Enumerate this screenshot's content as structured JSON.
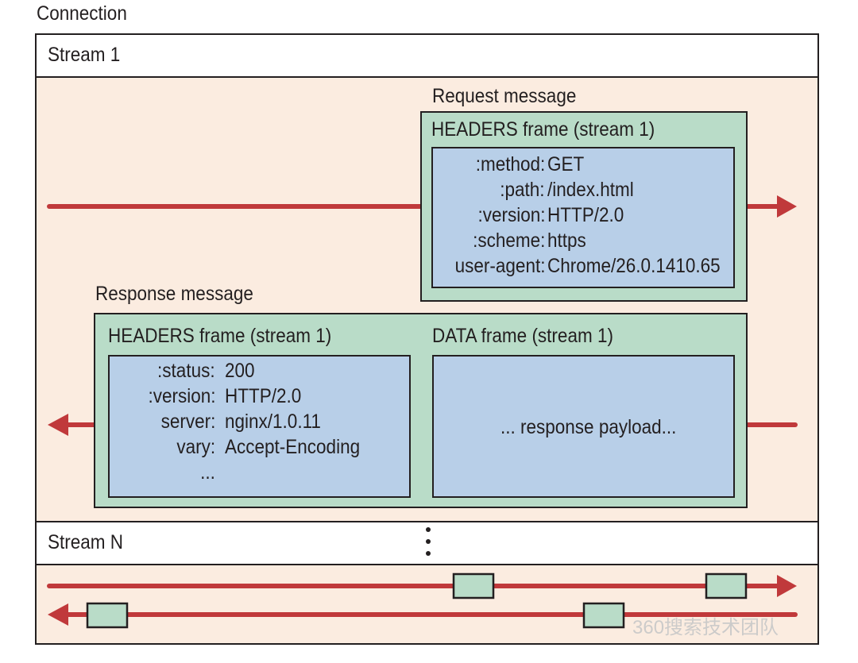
{
  "connection_label": "Connection",
  "stream1": {
    "label": "Stream 1",
    "request": {
      "title": "Request message",
      "frame_title": "HEADERS frame (stream 1)",
      "fields": [
        {
          "key": ":method:",
          "value": "GET"
        },
        {
          "key": ":path:",
          "value": "/index.html"
        },
        {
          "key": ":version:",
          "value": "HTTP/2.0"
        },
        {
          "key": ":scheme:",
          "value": "https"
        },
        {
          "key": "user-agent:",
          "value": "Chrome/26.0.1410.65"
        }
      ]
    },
    "response": {
      "title": "Response message",
      "headers_frame_title": "HEADERS frame (stream 1)",
      "fields": [
        {
          "key": ":status:",
          "value": "200"
        },
        {
          "key": ":version:",
          "value": "HTTP/2.0"
        },
        {
          "key": "server:",
          "value": "nginx/1.0.11"
        },
        {
          "key": "vary:",
          "value": "Accept-Encoding"
        },
        {
          "key": "...",
          "value": ""
        }
      ],
      "data_frame_title": "DATA frame (stream 1)",
      "payload": "... response payload..."
    }
  },
  "streamN": {
    "label": "Stream N"
  },
  "colors": {
    "arrow": "#c0393b",
    "stream_bg": "#fbece0",
    "frame_green": "#b9dcc8",
    "field_blue": "#b8cfe8",
    "outline": "#231f20"
  },
  "watermark": "360搜索技术团队"
}
